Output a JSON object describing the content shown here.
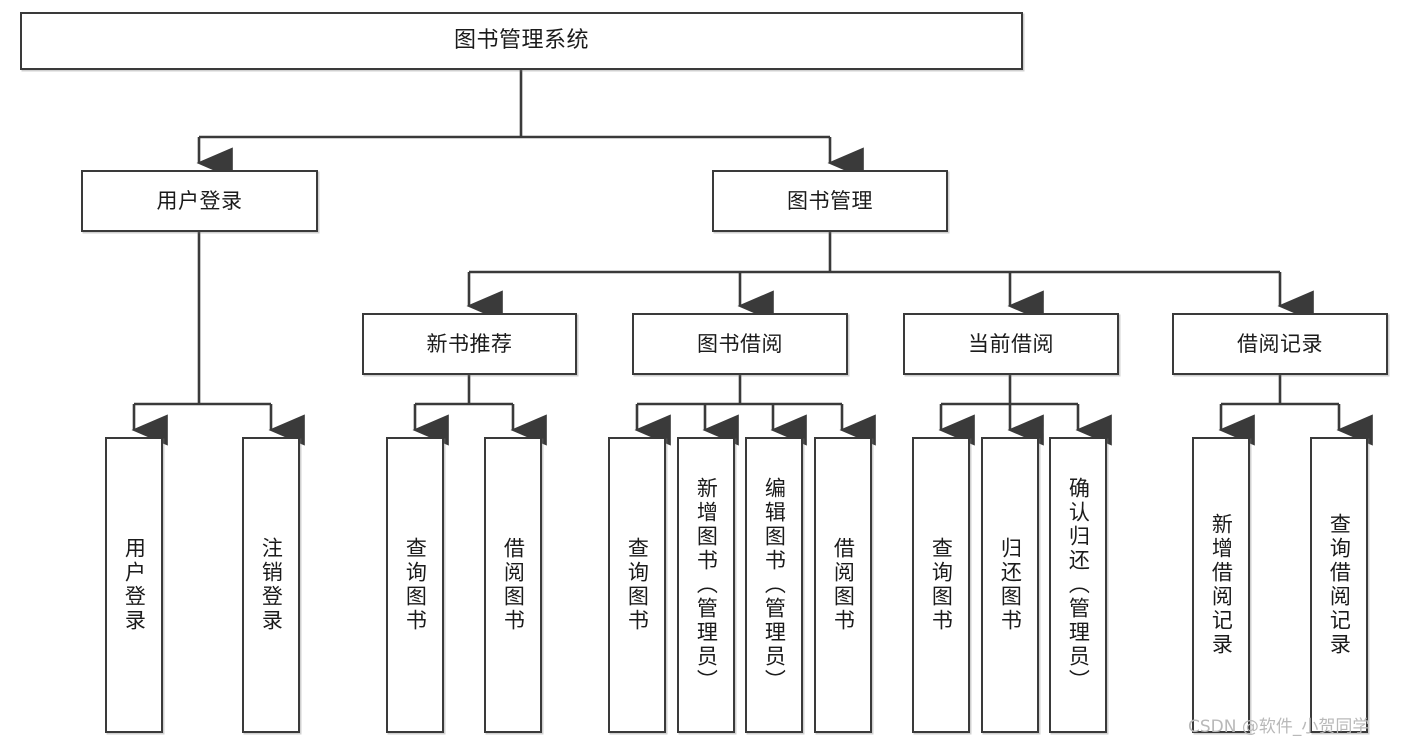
{
  "diagram": {
    "title": "图书管理系统",
    "type": "tree-hierarchy",
    "watermark": "CSDN @软件_小贺同学",
    "colors": {
      "box_border": "#3a3a3a",
      "box_fill": "#ffffff",
      "edge": "#3a3a3a",
      "text": "#1b1b1b",
      "watermark": "#b9b9b9"
    },
    "root": {
      "label": "图书管理系统"
    },
    "level1": [
      {
        "id": "user-login",
        "label": "用户登录"
      },
      {
        "id": "book-manage",
        "label": "图书管理"
      }
    ],
    "level2": [
      {
        "id": "new-book-rec",
        "label": "新书推荐"
      },
      {
        "id": "book-borrow",
        "label": "图书借阅"
      },
      {
        "id": "current-borrow",
        "label": "当前借阅"
      },
      {
        "id": "borrow-record",
        "label": "借阅记录"
      }
    ],
    "leaves": [
      {
        "id": "leaf-user-login",
        "label": "用户登录"
      },
      {
        "id": "leaf-logout",
        "label": "注销登录"
      },
      {
        "id": "leaf-query-book-1",
        "label": "查询图书"
      },
      {
        "id": "leaf-borrow-book-1",
        "label": "借阅图书"
      },
      {
        "id": "leaf-query-book-2",
        "label": "查询图书"
      },
      {
        "id": "leaf-add-book",
        "label": "新增图书（管理员）"
      },
      {
        "id": "leaf-edit-book",
        "label": "编辑图书（管理员）"
      },
      {
        "id": "leaf-borrow-book-2",
        "label": "借阅图书"
      },
      {
        "id": "leaf-query-book-3",
        "label": "查询图书"
      },
      {
        "id": "leaf-return-book",
        "label": "归还图书"
      },
      {
        "id": "leaf-confirm-return",
        "label": "确认归还（管理员）"
      },
      {
        "id": "leaf-add-record",
        "label": "新增借阅记录"
      },
      {
        "id": "leaf-query-record",
        "label": "查询借阅记录"
      }
    ]
  }
}
